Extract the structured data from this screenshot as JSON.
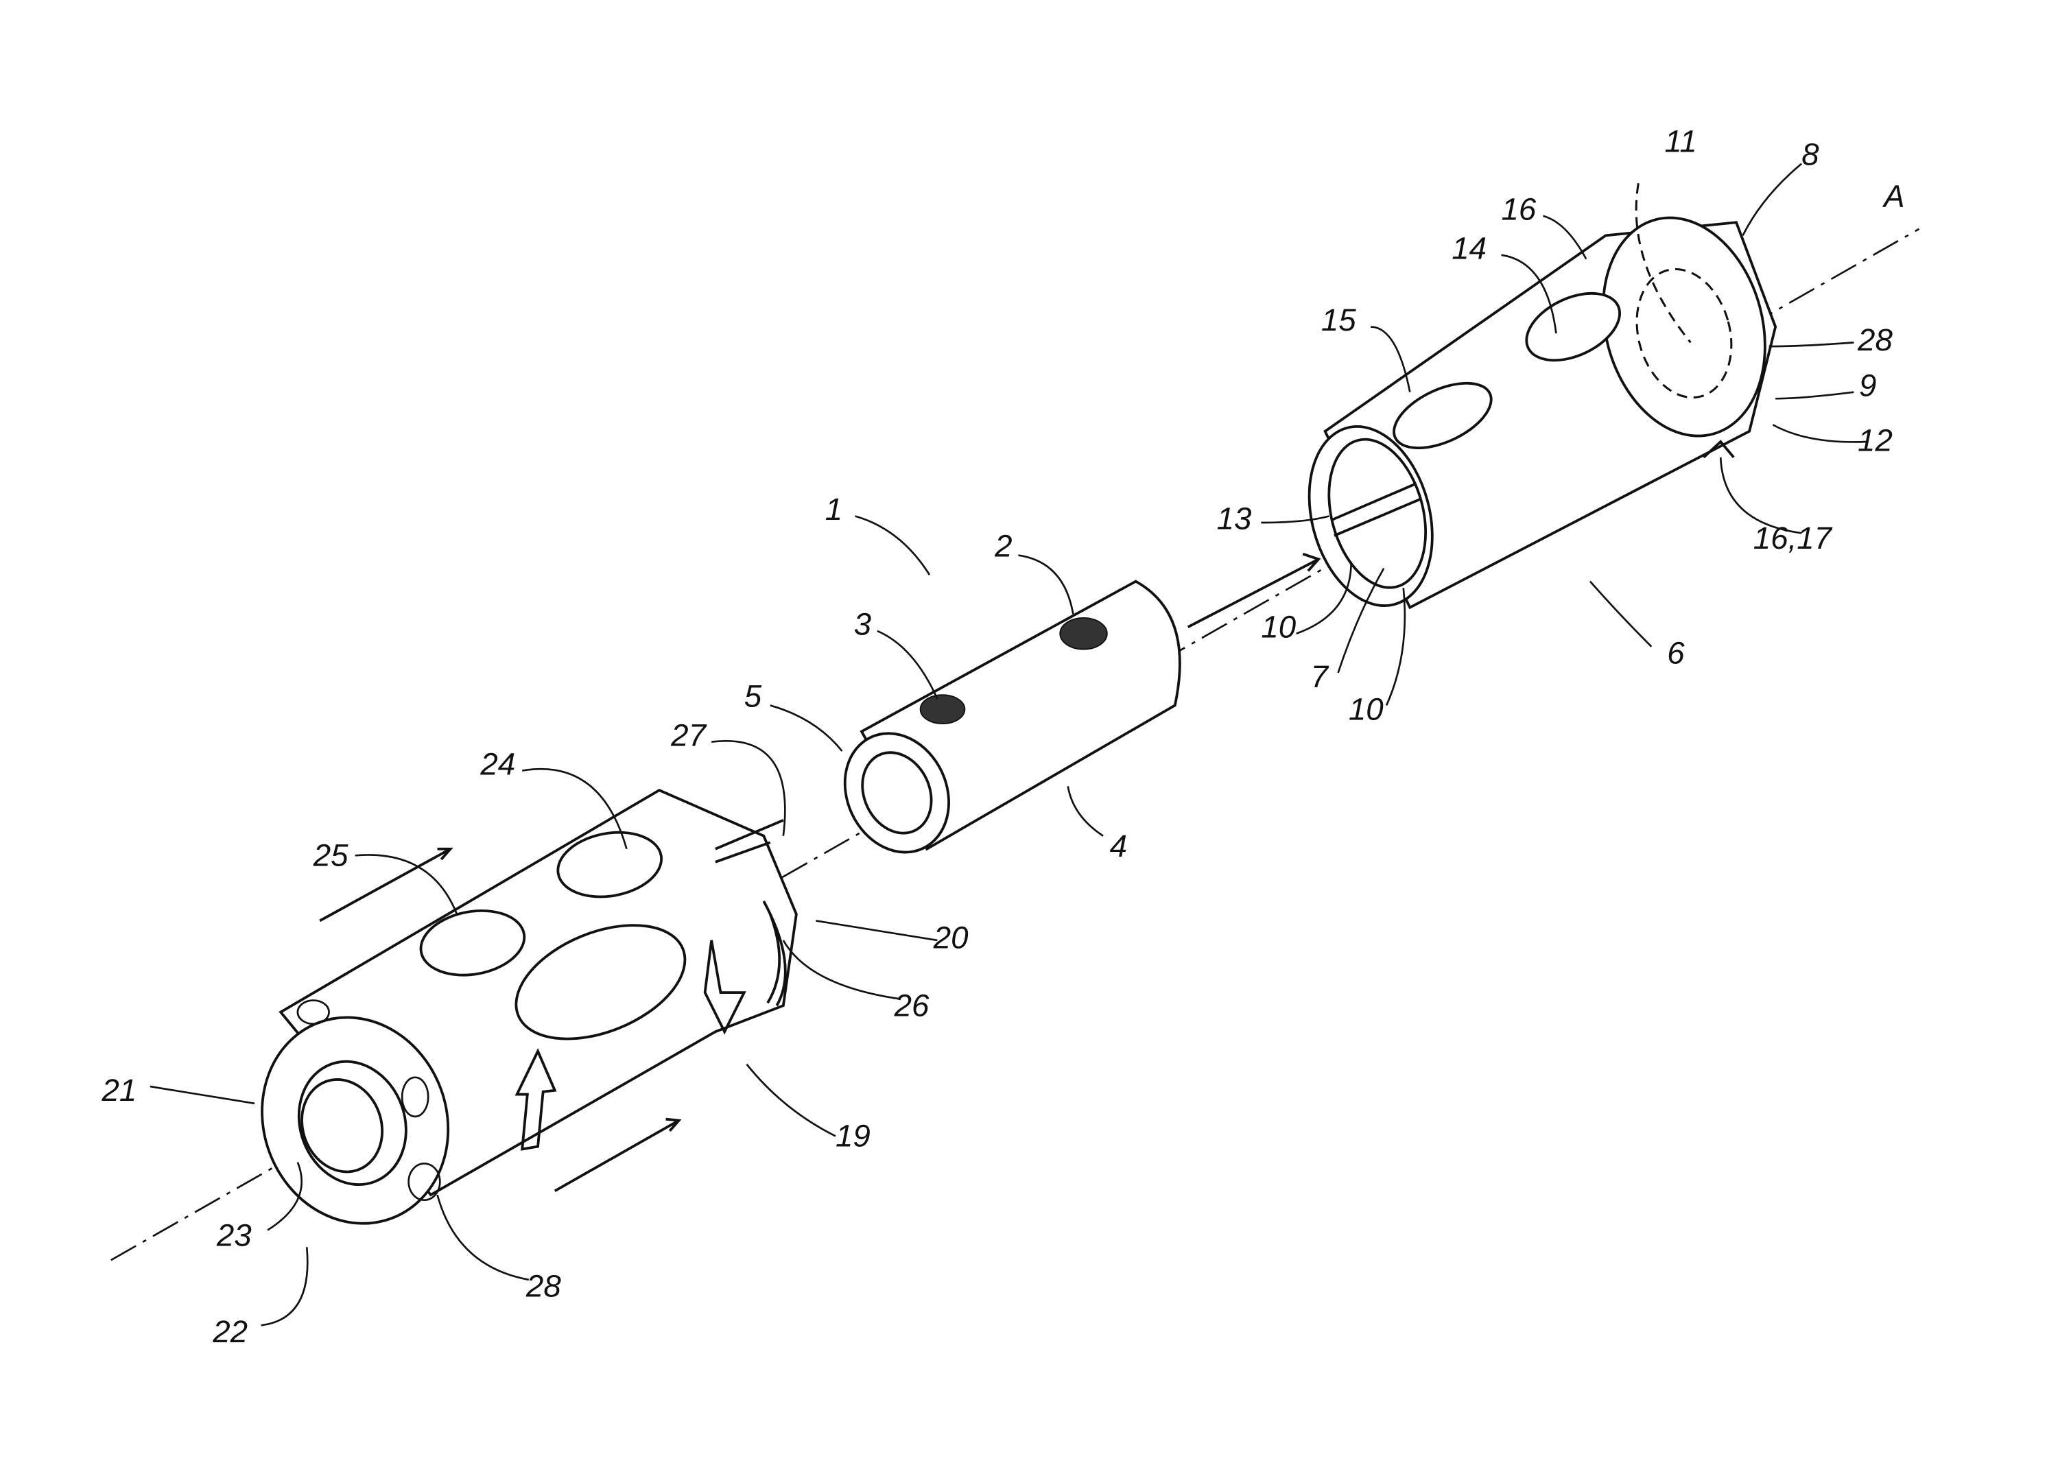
{
  "figure": {
    "axis_label": "A",
    "reference_numerals": [
      "1",
      "2",
      "3",
      "4",
      "5",
      "6",
      "7",
      "8",
      "9",
      "10",
      "10",
      "11",
      "12",
      "13",
      "14",
      "15",
      "16",
      "16,17",
      "19",
      "20",
      "21",
      "22",
      "23",
      "24",
      "25",
      "26",
      "27",
      "28",
      "28"
    ]
  }
}
